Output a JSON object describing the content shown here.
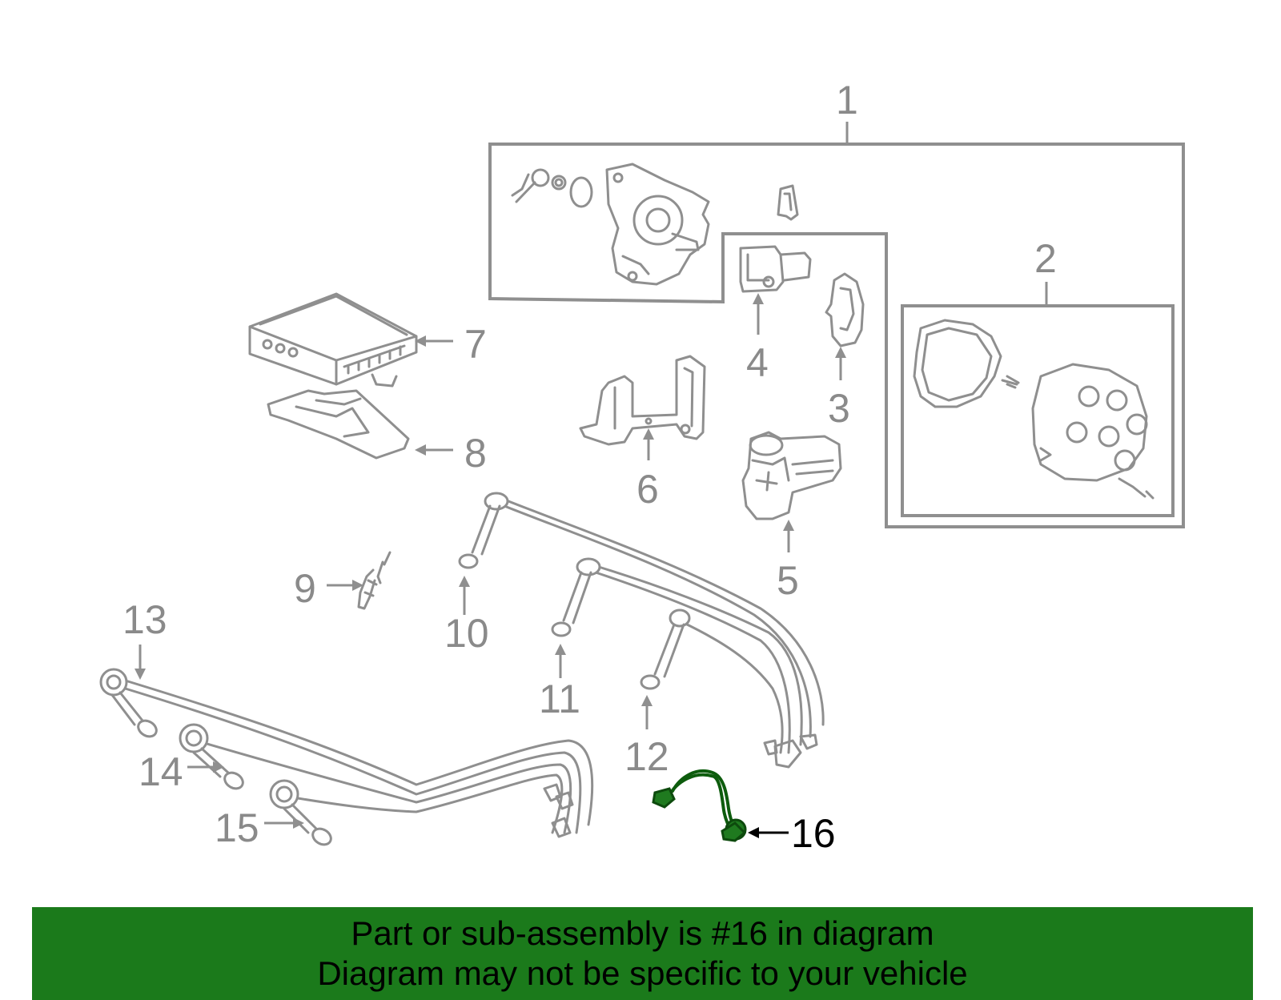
{
  "diagram": {
    "callouts": {
      "c1": "1",
      "c2": "2",
      "c3": "3",
      "c4": "4",
      "c5": "5",
      "c6": "6",
      "c7": "7",
      "c8": "8",
      "c9": "9",
      "c10": "10",
      "c11": "11",
      "c12": "12",
      "c13": "13",
      "c14": "14",
      "c15": "15",
      "c16": "16"
    },
    "highlighted_part": "16",
    "colors": {
      "part_lines": "#8f8f8f",
      "highlight": "#1f7a1f",
      "banner": "#1b7a1b"
    }
  },
  "banner": {
    "line1": "Part or sub-assembly is #16 in diagram",
    "line2": "Diagram may not be specific to your vehicle"
  }
}
